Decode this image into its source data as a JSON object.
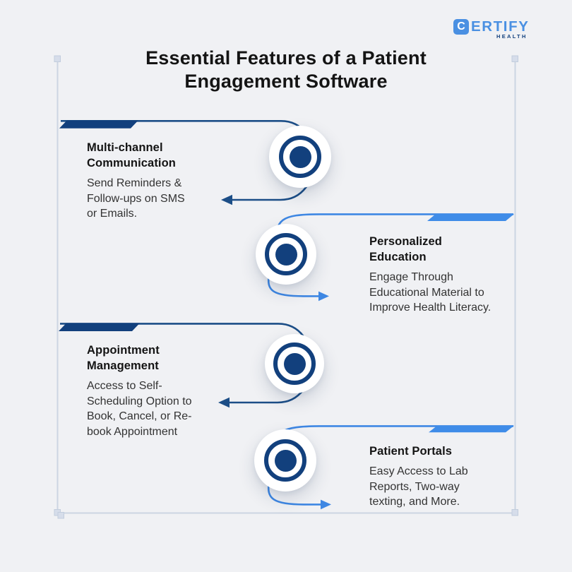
{
  "logo": {
    "badge_letter": "C",
    "brand": "ERTIFY",
    "sub_brand": "HEALTH"
  },
  "title": "Essential Features of a Patient\nEngagement Software",
  "features": [
    {
      "title": "Multi-channel\nCommunication",
      "desc": "Send Reminders &\nFollow-ups on SMS\nor Emails.",
      "icon": "target-icon",
      "accent": "navy",
      "arrow_direction": "left"
    },
    {
      "title": "Personalized\nEducation",
      "desc": "Engage Through\nEducational Material to\nImprove Health Literacy.",
      "icon": "target-icon",
      "accent": "blue",
      "arrow_direction": "right"
    },
    {
      "title": "Appointment\nManagement",
      "desc": "Access to Self-\nScheduling Option to\nBook, Cancel, or Re-\nbook Appointment",
      "icon": "target-icon",
      "accent": "navy",
      "arrow_direction": "left"
    },
    {
      "title": "Patient Portals",
      "desc": "Easy Access to Lab\nReports, Two-way\ntexting, and More.",
      "icon": "target-icon",
      "accent": "blue",
      "arrow_direction": "right"
    }
  ],
  "colors": {
    "bg": "#f0f1f4",
    "navy_fill": "#12407d",
    "navy_line": "#1c4e87",
    "blue_line": "#3e87e3",
    "blue_fill": "#3f8ce8",
    "logo_blue": "#4a90e2",
    "title_color": "#141414",
    "body_color": "#333333",
    "frame": "#ccd5e2",
    "handle": "#d6ddea"
  }
}
